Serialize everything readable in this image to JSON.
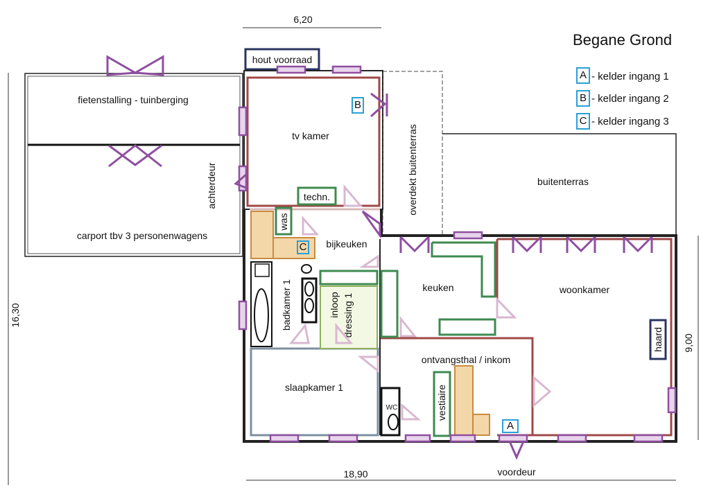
{
  "title": "Begane Grond",
  "legend": [
    {
      "key": "A",
      "label": "- kelder ingang 1"
    },
    {
      "key": "B",
      "label": "- kelder ingang 2"
    },
    {
      "key": "C",
      "label": "- kelder ingang 3"
    }
  ],
  "dimensions": {
    "top": "6,20",
    "left": "16,30",
    "right": "9,00",
    "bottom": "18,90"
  },
  "rooms": {
    "hout_voorraad": "hout voorraad",
    "fietsenstalling": "fietenstalling - tuinberging",
    "carport": "carport tbv 3 personenwagens",
    "achterdeur": "achterdeur",
    "tv_kamer": "tv kamer",
    "overdekt_buitenterras": "overdekt buitenterras",
    "buitenterras": "buitenterras",
    "techn": "techn.",
    "was": "was",
    "bijkeuken": "bijkeuken",
    "keuken": "keuken",
    "woonkamer": "woonkamer",
    "badkamer": "badkamer 1",
    "inloop": "inloop",
    "dressing": "dressing 1",
    "ontvangsthal": "ontvangsthal /  inkom",
    "slaapkamer": "slaapkamer 1",
    "vestiaire": "vestiaire",
    "wc": "WC",
    "haard": "haard",
    "voordeur": "voordeur"
  },
  "colors": {
    "wall": "#222222",
    "window": "#8e4fa0",
    "door": "#d9b8d0",
    "storage": "#3e8a4f",
    "stairs": "#e0a050",
    "key": "#2a9fd6",
    "brick": "#a04040"
  }
}
